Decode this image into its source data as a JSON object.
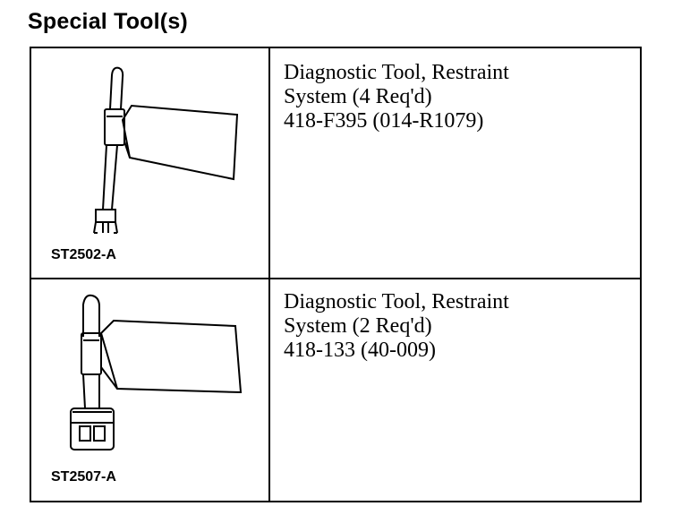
{
  "page": {
    "title": "Special Tool(s)"
  },
  "tools": [
    {
      "code": "ST2502-A",
      "description_lines": [
        "Diagnostic Tool, Restraint",
        "System (4 Req'd)",
        "418-F395 (014-R1079)"
      ],
      "icon": "restraint-diagnostic-tool-drawing"
    },
    {
      "code": "ST2507-A",
      "description_lines": [
        "Diagnostic Tool, Restraint",
        "System (2 Req'd)",
        "418-133 (40-009)"
      ],
      "icon": "restraint-diagnostic-tool-connector-drawing"
    }
  ]
}
